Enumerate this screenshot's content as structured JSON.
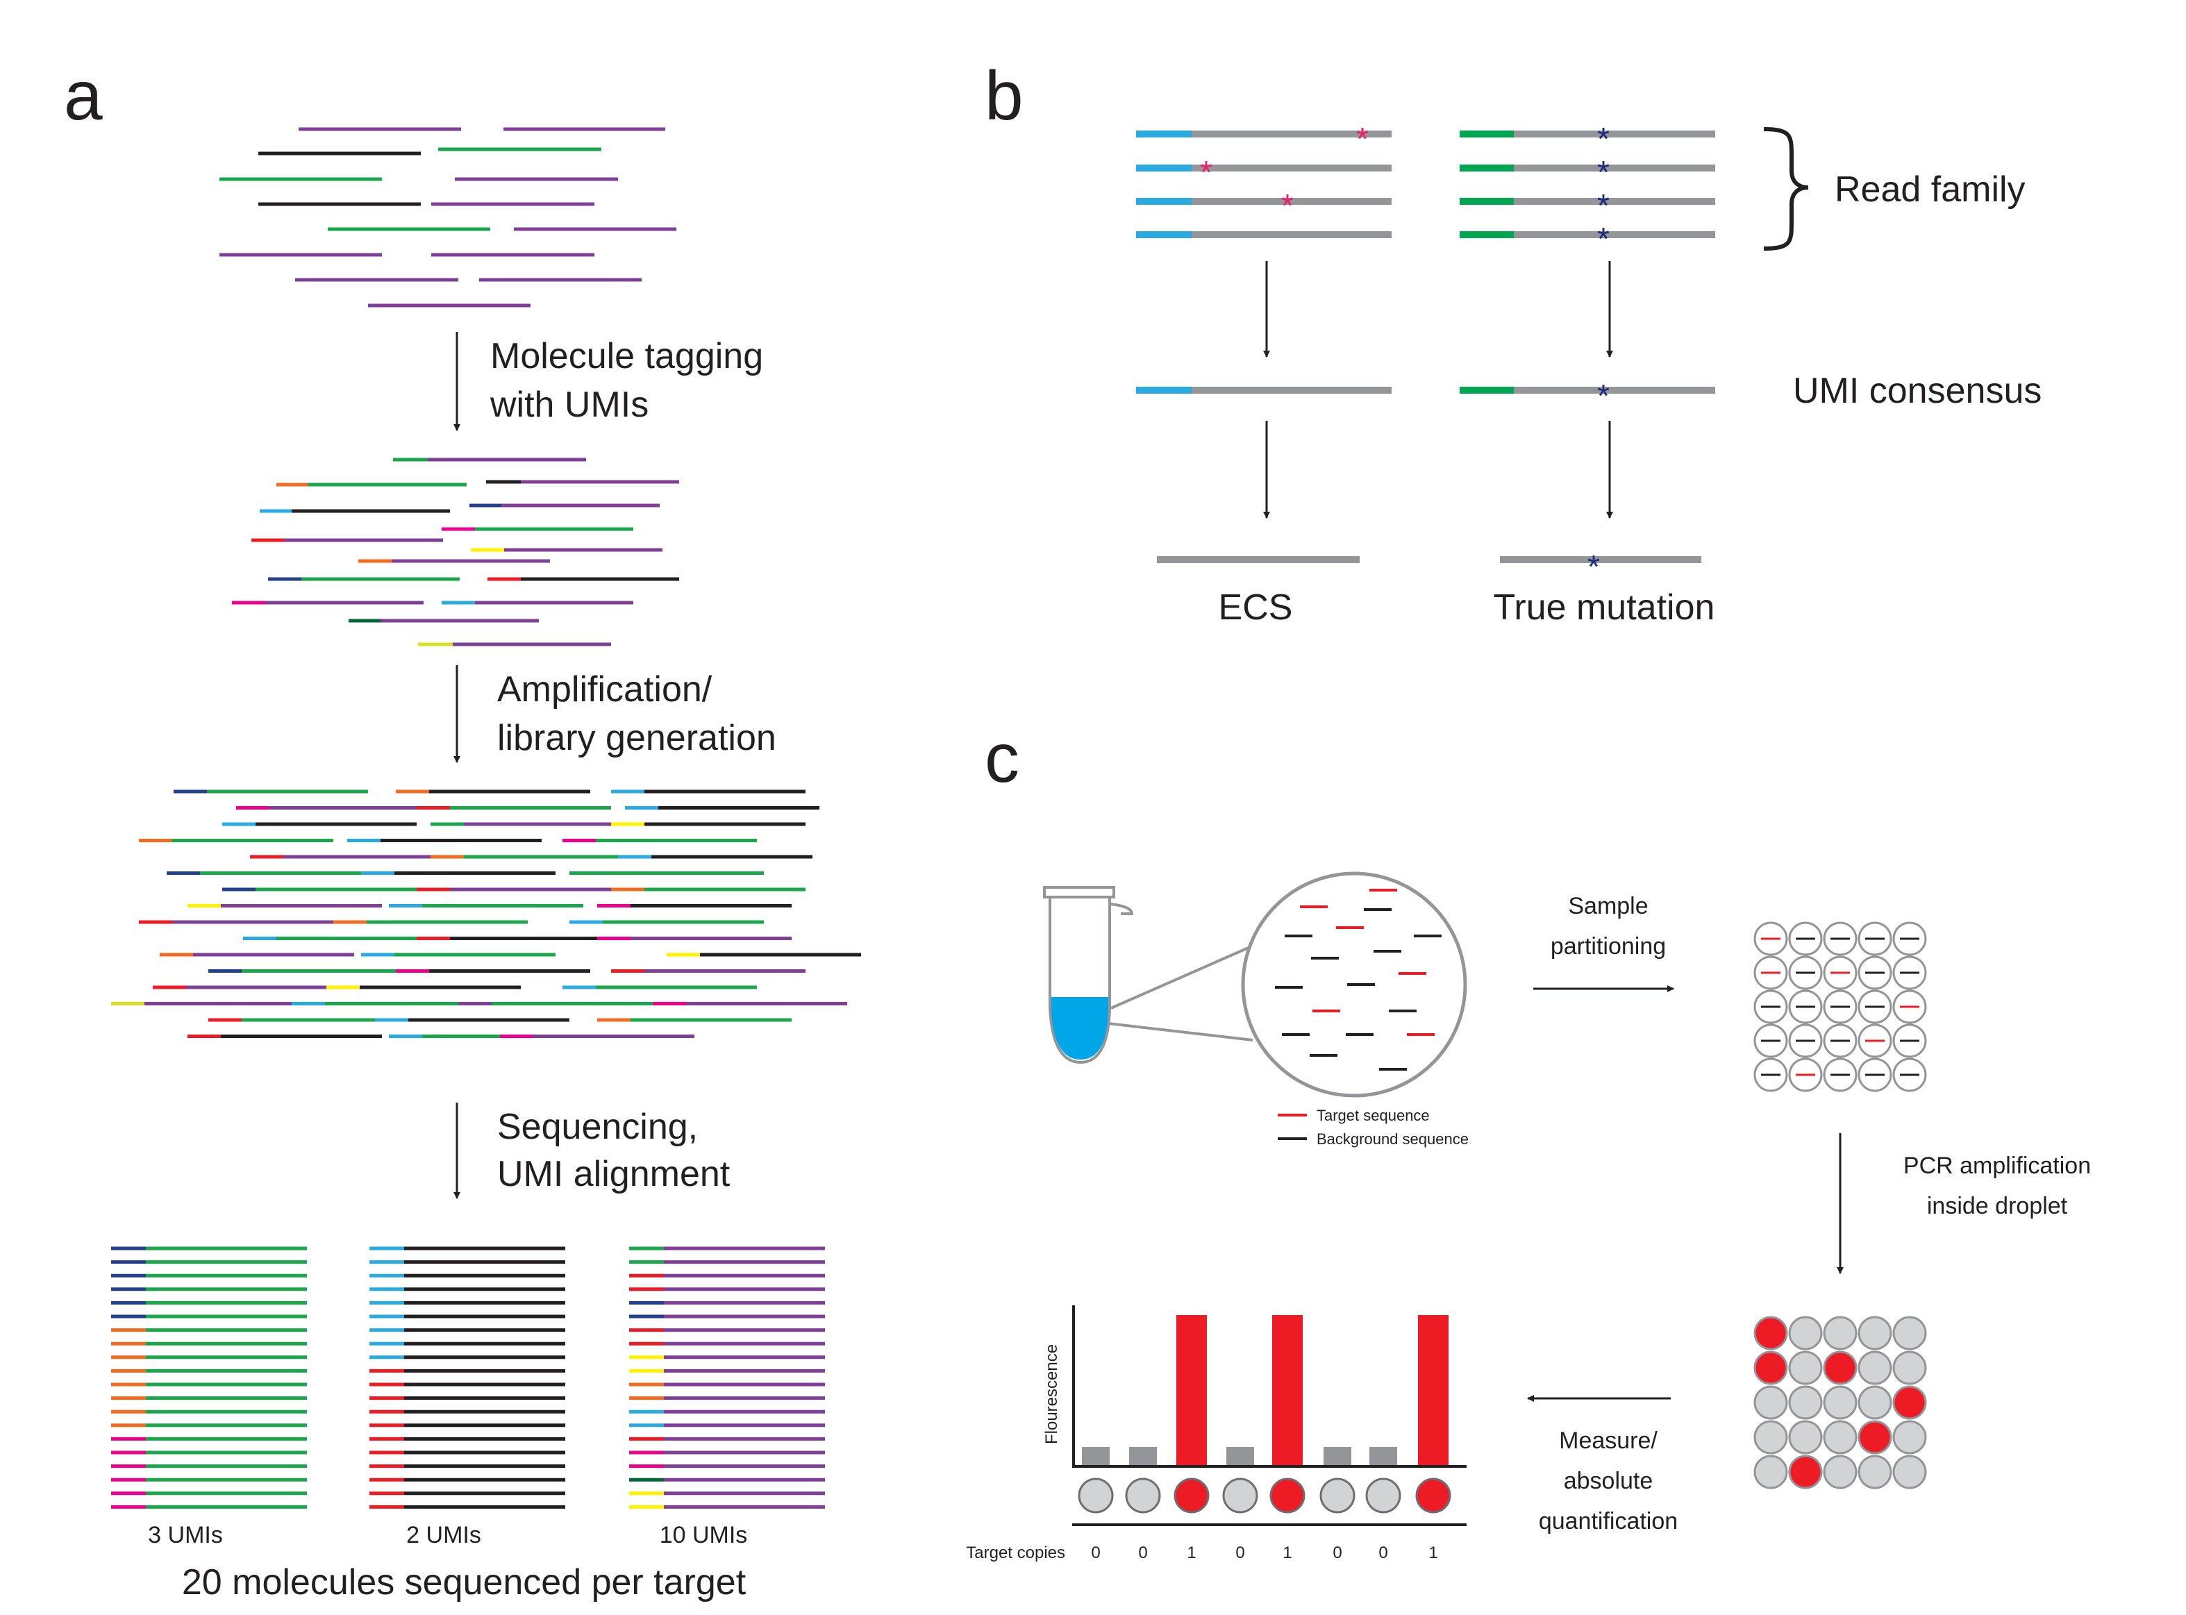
{
  "panels": {
    "a": {
      "letter": "a",
      "step1_line1": "Molecule tagging",
      "step1_line2": "with UMIs",
      "step2_line1": "Amplification/",
      "step2_line2": "library generation",
      "step3_line1": "Sequencing,",
      "step3_line2": "UMI alignment",
      "groups": [
        {
          "caption": "3 UMIs",
          "read_color": "#1aa64a",
          "umis": [
            "#23408e",
            "#23408e",
            "#23408e",
            "#23408e",
            "#23408e",
            "#23408e",
            "#f26b21",
            "#f26b21",
            "#f26b21",
            "#f26b21",
            "#f26b21",
            "#f26b21",
            "#f26b21",
            "#f26b21",
            "#ec008c",
            "#ec008c",
            "#ec008c",
            "#ec008c",
            "#ec008c",
            "#ec008c"
          ]
        },
        {
          "caption": "2 UMIs",
          "read_color": "#231f20",
          "umis": [
            "#29abe2",
            "#29abe2",
            "#29abe2",
            "#29abe2",
            "#29abe2",
            "#29abe2",
            "#29abe2",
            "#29abe2",
            "#29abe2",
            "#ed1c24",
            "#ed1c24",
            "#ed1c24",
            "#ed1c24",
            "#ed1c24",
            "#ed1c24",
            "#ed1c24",
            "#ed1c24",
            "#ed1c24",
            "#ed1c24",
            "#ed1c24"
          ]
        },
        {
          "caption": "10 UMIs",
          "read_color": "#7f3f98",
          "umis": [
            "#1aa64a",
            "#1aa64a",
            "#ed1c24",
            "#ed1c24",
            "#23408e",
            "#23408e",
            "#ed1c24",
            "#ed1c24",
            "#fff200",
            "#fff200",
            "#f26b21",
            "#f26b21",
            "#29abe2",
            "#29abe2",
            "#ed1c24",
            "#ec008c",
            "#ec008c",
            "#006837",
            "#fff200",
            "#fff200"
          ]
        }
      ],
      "footer": "20 molecules sequenced per target"
    },
    "b": {
      "letter": "b",
      "read_family_label": "Read family",
      "umi_consensus_label": "UMI consensus",
      "ecs_label": "ECS",
      "true_mutation_label": "True mutation",
      "asterisk": "*"
    },
    "c": {
      "letter": "c",
      "legend_target": "Target sequence",
      "legend_background": "Background sequence",
      "sample_line1": "Sample",
      "sample_line2": "partitioning",
      "pcr_line1": "PCR amplification",
      "pcr_line2": "inside droplet",
      "measure_line1": "Measure/",
      "measure_line2": "absolute",
      "measure_line3": "quantification",
      "y_axis_label": "Flourescence",
      "target_copies_label": "Target copies",
      "target_copies": [
        0,
        0,
        1,
        0,
        1,
        0,
        0,
        1
      ]
    }
  },
  "colors": {
    "dark": "#231f20",
    "gray_line": "#939598",
    "target_red": "#ed1c24",
    "umi_blue": "#29abe2",
    "umi_green": "#00a651",
    "error_pink": "#ec1c70",
    "mutation_navy": "#1b2a7c",
    "tube_liquid": "#00a6e8",
    "droplet_gray": "#d1d3d4"
  }
}
